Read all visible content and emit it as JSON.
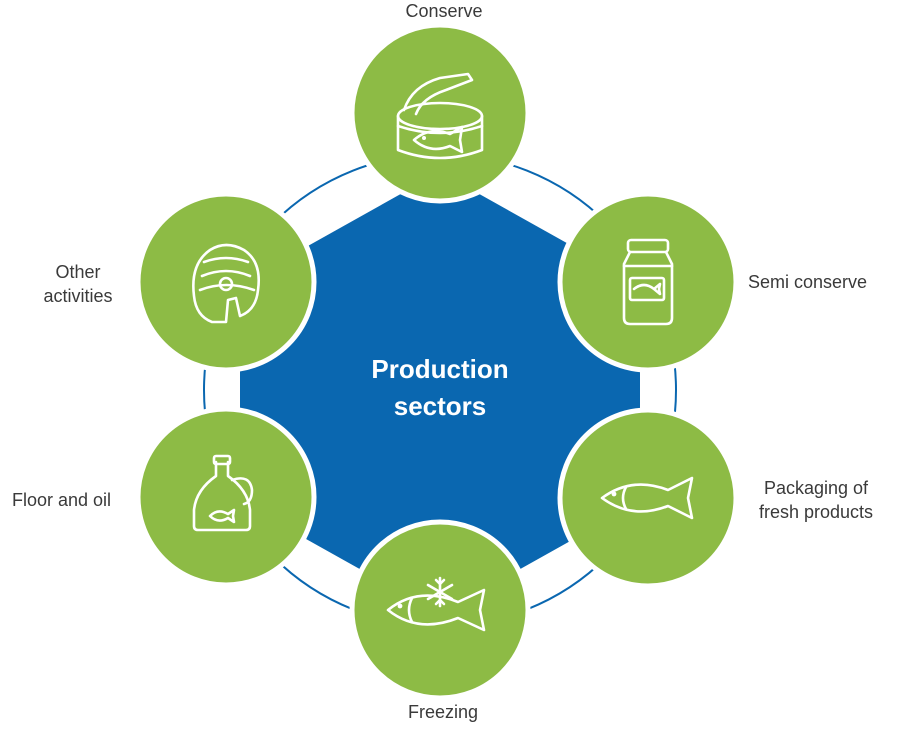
{
  "colors": {
    "hexagon": "#0a67b0",
    "node": "#8dbb45",
    "ring": "#0a67b0",
    "label_text": "#3a3a3a"
  },
  "center": {
    "line1": "Production",
    "line2": "sectors"
  },
  "sectors": [
    {
      "id": "conserve",
      "label_lines": [
        "Conserve"
      ],
      "icon": "open-can-icon"
    },
    {
      "id": "semi-conserve",
      "label_lines": [
        "Semi conserve"
      ],
      "icon": "jar-icon"
    },
    {
      "id": "packaging",
      "label_lines": [
        "Packaging of",
        "fresh products"
      ],
      "icon": "fish-icon"
    },
    {
      "id": "freezing",
      "label_lines": [
        "Freezing"
      ],
      "icon": "frozen-fish-icon"
    },
    {
      "id": "floor-oil",
      "label_lines": [
        "Floor and oil"
      ],
      "icon": "oil-bottle-icon"
    },
    {
      "id": "other",
      "label_lines": [
        "Other",
        "activities"
      ],
      "icon": "fish-steak-icon"
    }
  ]
}
